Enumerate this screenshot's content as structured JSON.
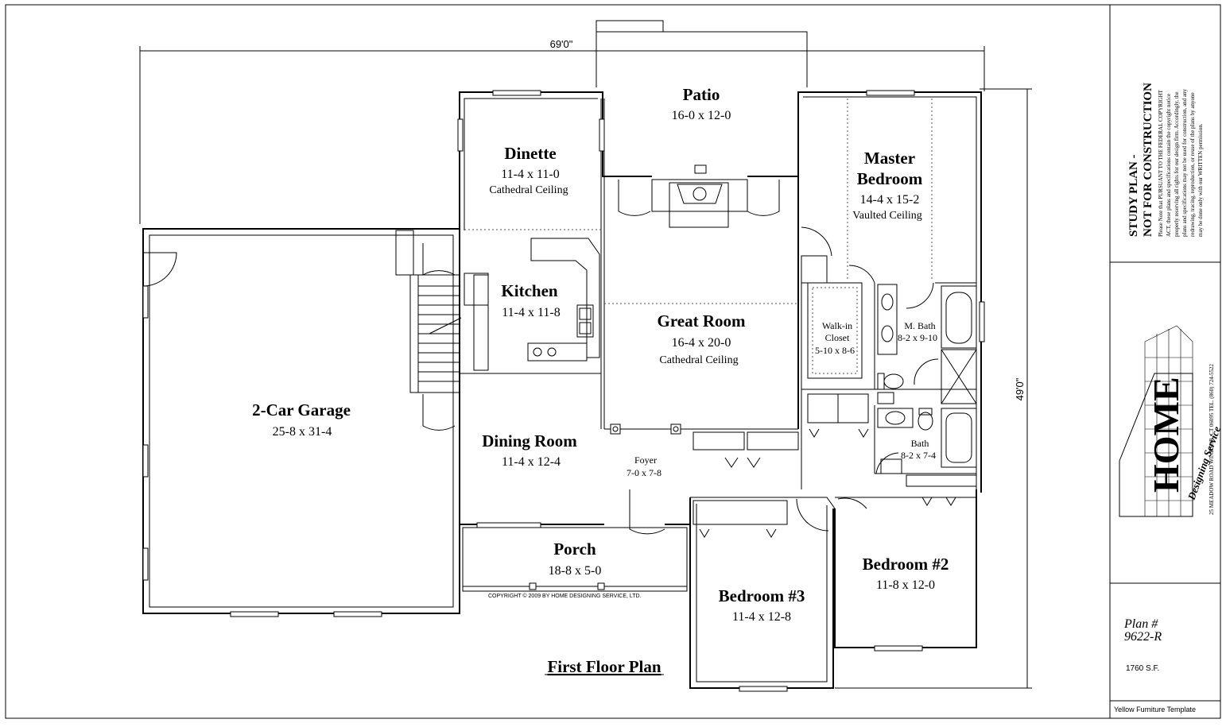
{
  "plan_title": "First Floor Plan",
  "dimensions": {
    "width": "69'0\"",
    "depth": "49'0\""
  },
  "copyright_note": "COPYRIGHT  © 2009 BY HOME DESIGNING SERVICE, LTD.",
  "rooms": {
    "patio": {
      "name": "Patio",
      "size": "16-0 x 12-0"
    },
    "dinette": {
      "name": "Dinette",
      "size": "11-4 x 11-0",
      "note": "Cathedral Ceiling"
    },
    "master_bedroom": {
      "name_line1": "Master",
      "name_line2": "Bedroom",
      "size": "14-4 x 15-2",
      "note": "Vaulted Ceiling"
    },
    "kitchen": {
      "name": "Kitchen",
      "size": "11-4 x 11-8"
    },
    "great_room": {
      "name": "Great Room",
      "size": "16-4 x 20-0",
      "note": "Cathedral Ceiling"
    },
    "walk_in_closet": {
      "name_line1": "Walk-in",
      "name_line2": "Closet",
      "size": "5-10 x 8-6"
    },
    "master_bath": {
      "name": "M. Bath",
      "size": "8-2 x 9-10"
    },
    "garage": {
      "name": "2-Car Garage",
      "size": "25-8 x 31-4"
    },
    "dining_room": {
      "name": "Dining Room",
      "size": "11-4 x 12-4"
    },
    "foyer": {
      "name": "Foyer",
      "size": "7-0 x 7-8"
    },
    "bath": {
      "name": "Bath",
      "size": "8-2 x 7-4"
    },
    "porch": {
      "name": "Porch",
      "size": "18-8 x 5-0"
    },
    "bedroom2": {
      "name": "Bedroom #2",
      "size": "11-8 x 12-0"
    },
    "bedroom3": {
      "name": "Bedroom #3",
      "size": "11-4 x 12-8"
    }
  },
  "title_block": {
    "study_line1": "STUDY PLAN -",
    "study_line2": "NOT FOR CONSTRUCTION",
    "notice": [
      "Please Note that PURSUANT TO THE FEDERAL COPYRIGHT",
      "ACT, these plans and specifications contain the copyright notice",
      "properly reserving all rights for our design firm. Accordingly, the",
      "plans and specifications may not be used for construction, and any",
      "redrawing, tracing, reproduction, or reuse of the plans by anyone",
      "may be done only with our WRITTEN permission."
    ],
    "logo_text": "HOME",
    "logo_subtext": "Designing Service",
    "address": "25 MEADOW ROAD   WINDSOR, CT 06095   TEL. (860) 724-5522",
    "plan_label": "Plan #",
    "plan_number": "9622-R",
    "square_feet": "1760 S.F.",
    "template_note": "Yellow Furniture Template"
  }
}
